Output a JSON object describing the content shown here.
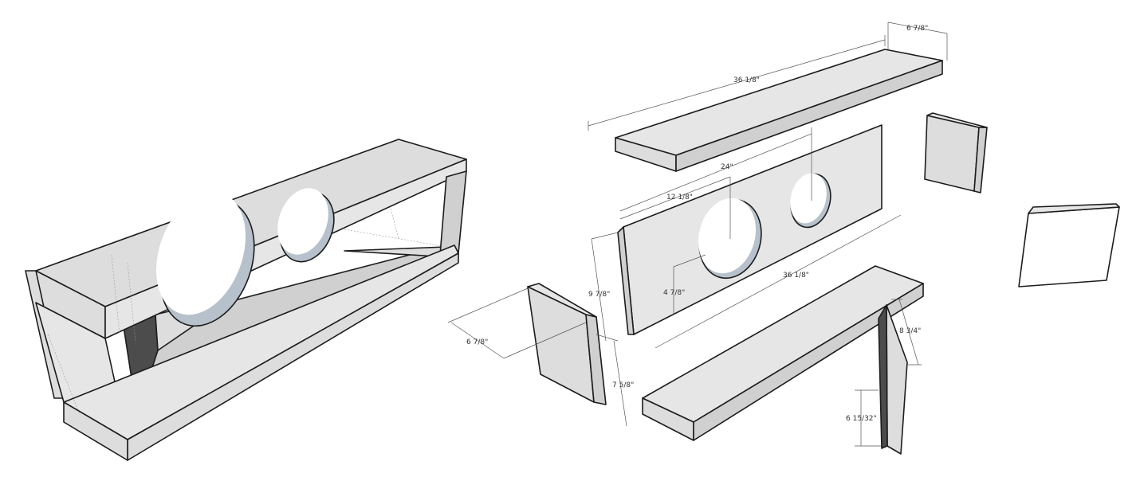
{
  "dimensions": {
    "top_length": "36 1/8\"",
    "top_depth": "6 7/8\"",
    "hole_span": "24\"",
    "hole_center": "12 1/8\"",
    "baffle_height": "9 7/8\"",
    "hole_height": "4 7/8\"",
    "baffle_length": "36 1/8\"",
    "side_depth": "6 7/8\"",
    "side_height": "7 5/8\"",
    "brace_height": "8 3/4\"",
    "brace_depth": "6 15/32\""
  }
}
